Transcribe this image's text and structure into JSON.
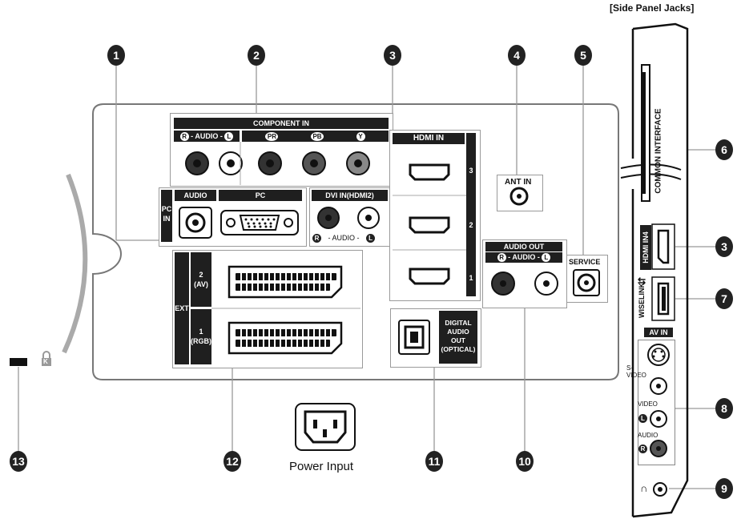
{
  "side_panel_title": "[Side Panel Jacks]",
  "callouts": [
    "1",
    "2",
    "3",
    "4",
    "5",
    "6",
    "7",
    "8",
    "9",
    "10",
    "11",
    "12",
    "13"
  ],
  "component_in": {
    "title": "COMPONENT IN",
    "audio_label": "- AUDIO -",
    "r": "R",
    "l": "L",
    "pr": "PR",
    "pb": "PB",
    "y": "Y"
  },
  "pc_in": {
    "audio": "AUDIO",
    "pc": "PC",
    "side_line1": "PC",
    "side_line2": "IN"
  },
  "dvi": {
    "title": "DVI IN(HDMI2)",
    "audio_label": "- AUDIO -",
    "r": "R",
    "l": "L"
  },
  "hdmi_in": {
    "title": "HDMI IN",
    "ports": [
      "3",
      "2",
      "1"
    ]
  },
  "ant_in": "ANT IN",
  "audio_out": {
    "title": "AUDIO OUT",
    "audio_label": "- AUDIO -",
    "r": "R",
    "l": "L"
  },
  "service": "SERVICE",
  "ext": {
    "label": "EXT",
    "port2_line1": "2",
    "port2_line2": "(AV)",
    "port1_line1": "1",
    "port1_line2": "(RGB)"
  },
  "digital_audio": {
    "line1": "DIGITAL",
    "line2": "AUDIO",
    "line3": "OUT",
    "line4": "(OPTICAL)"
  },
  "power_input": "Power Input",
  "lock_badge": "K",
  "side": {
    "common_interface": "COMMON INTERFACE",
    "hdmi_in4": "HDMI IN4",
    "wiselink": "WISELINK",
    "av_in": "AV IN",
    "svideo_line1": "S-",
    "svideo_line2": "VIDEO",
    "video": "VIDEO",
    "audio": "AUDIO",
    "l": "L",
    "r": "R"
  }
}
